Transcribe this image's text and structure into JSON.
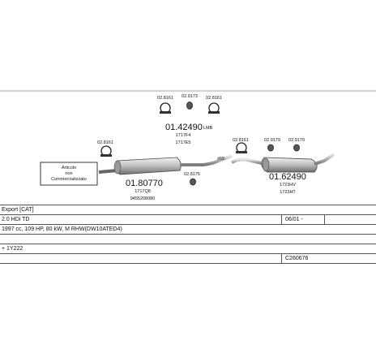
{
  "top_group": {
    "clamps": [
      "02.8161",
      "02.9173",
      "02.8161"
    ],
    "part_number": "01.42490",
    "suffix": "LMB",
    "refs": [
      "1717F4",
      "1717E5"
    ]
  },
  "front": {
    "clamp": "02.8161",
    "note_lines": [
      "Articolo",
      "non",
      "Commercializzato"
    ],
    "part_number": "01.80770",
    "refs": [
      "1717Q8",
      "9455208080"
    ],
    "mid_clamp": "02.8175",
    "joint": "#55"
  },
  "rear": {
    "clamps": [
      "02.8161",
      "02.9179",
      "02.9179"
    ],
    "part_number": "01.62490",
    "refs": [
      "1723HV",
      "1723HT"
    ]
  },
  "info": {
    "rows": [
      "Export [CAT]",
      "2.0 HDi TD",
      "1997 cc, 109 HP, 80 kW, M RHW(DW10ATED4)",
      "+ 1Y222",
      ""
    ],
    "date": "06/01 -",
    "code": "C260676"
  }
}
